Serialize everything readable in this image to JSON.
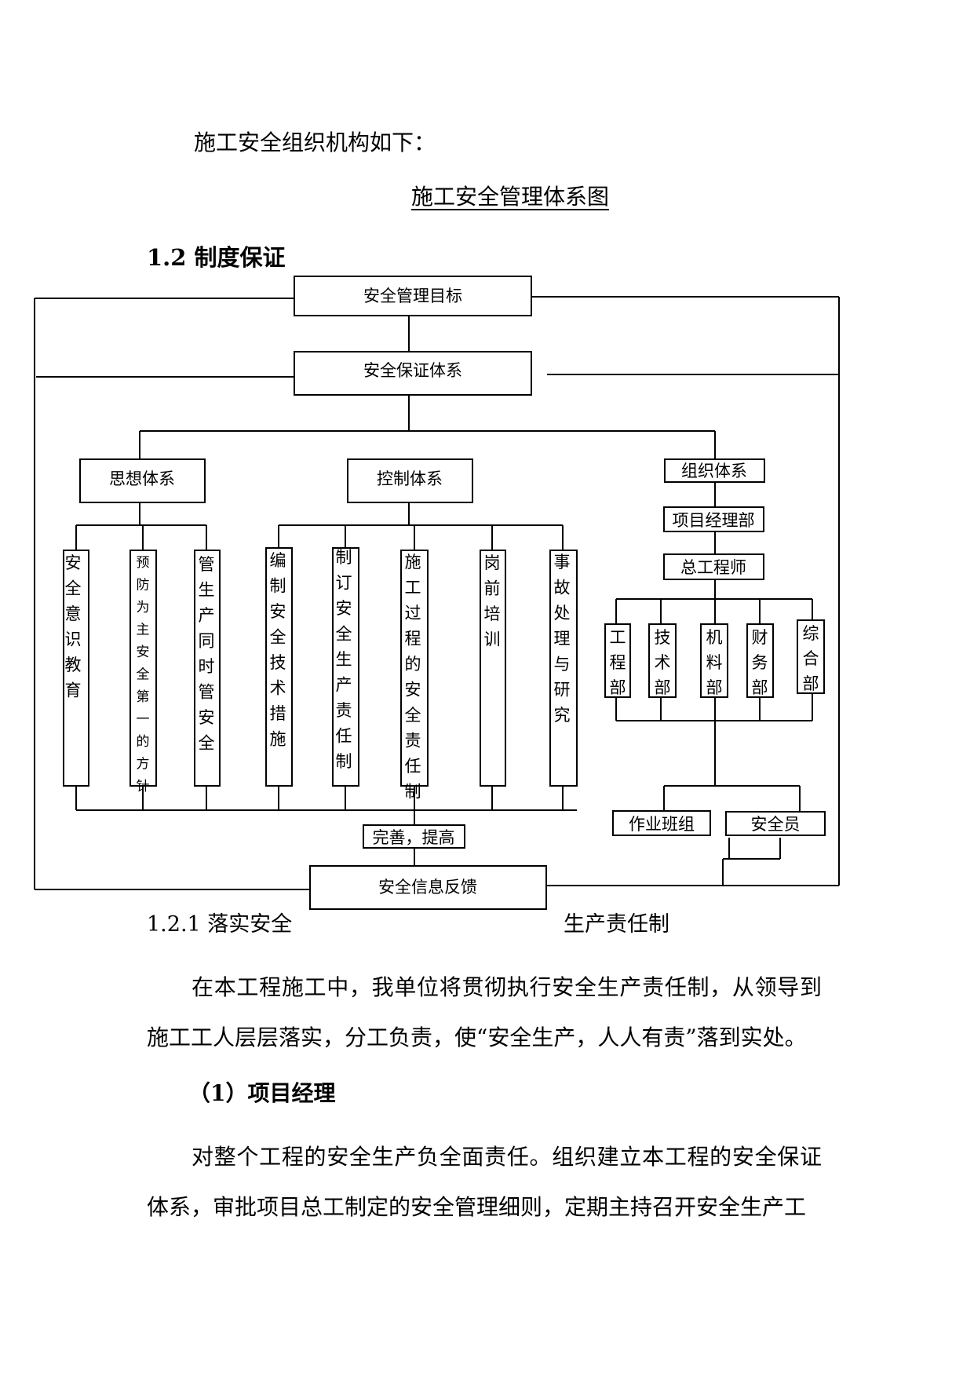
{
  "intro": "施工安全组织机构如下：",
  "chart_title": "施工安全管理体系图",
  "section_1_2": "1.2  制度保证",
  "diagram": {
    "goal": "安全管理目标",
    "guarantee": "安全保证体系",
    "thought": "思想体系",
    "control": "控制体系",
    "organization": "组织体系",
    "pm_dept": "项目经理部",
    "chief_engineer": "总工程师",
    "thought_items": [
      "安全意识教育",
      "预防为主安全第一的方针",
      "管生产同时管安全"
    ],
    "control_items": [
      "编制安全技术措施",
      "制订安全生产责任制",
      "施工过程的安全责任制",
      "岗前培训",
      "事故处理与研究"
    ],
    "departments": [
      "工程部",
      "技术部",
      "机料部",
      "财务部",
      "综合部"
    ],
    "work_team": "作业班组",
    "safety_officer": "安全员",
    "improve": "完善，提高",
    "feedback": "安全信息反馈"
  },
  "section_1_2_1_a": "1.2.1  落实安全",
  "section_1_2_1_b": "生产责任制",
  "para1": "在本工程施工中，我单位将贯彻执行安全生产责任制，从领导到施工工人层层落实，分工负责，使“安全生产，人人有责”落到实处。",
  "heading_pm": "（1）项目经理",
  "para2": "对整个工程的安全生产负全面责任。组织建立本工程的安全保证体系，审批项目总工制定的安全管理细则，定期主持召开安全生产工"
}
